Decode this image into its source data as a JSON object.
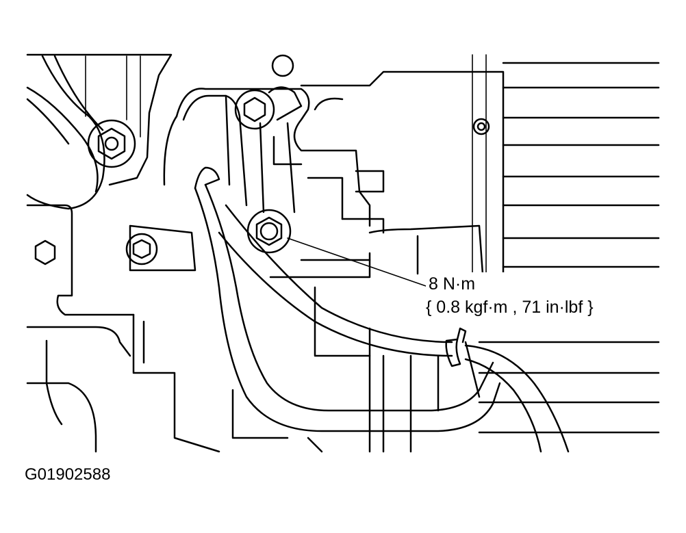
{
  "torque_spec": {
    "primary": "8 N·m",
    "secondary": "{ 0.8 kgf·m , 71 in·lbf }"
  },
  "figure_id": "G01902588"
}
